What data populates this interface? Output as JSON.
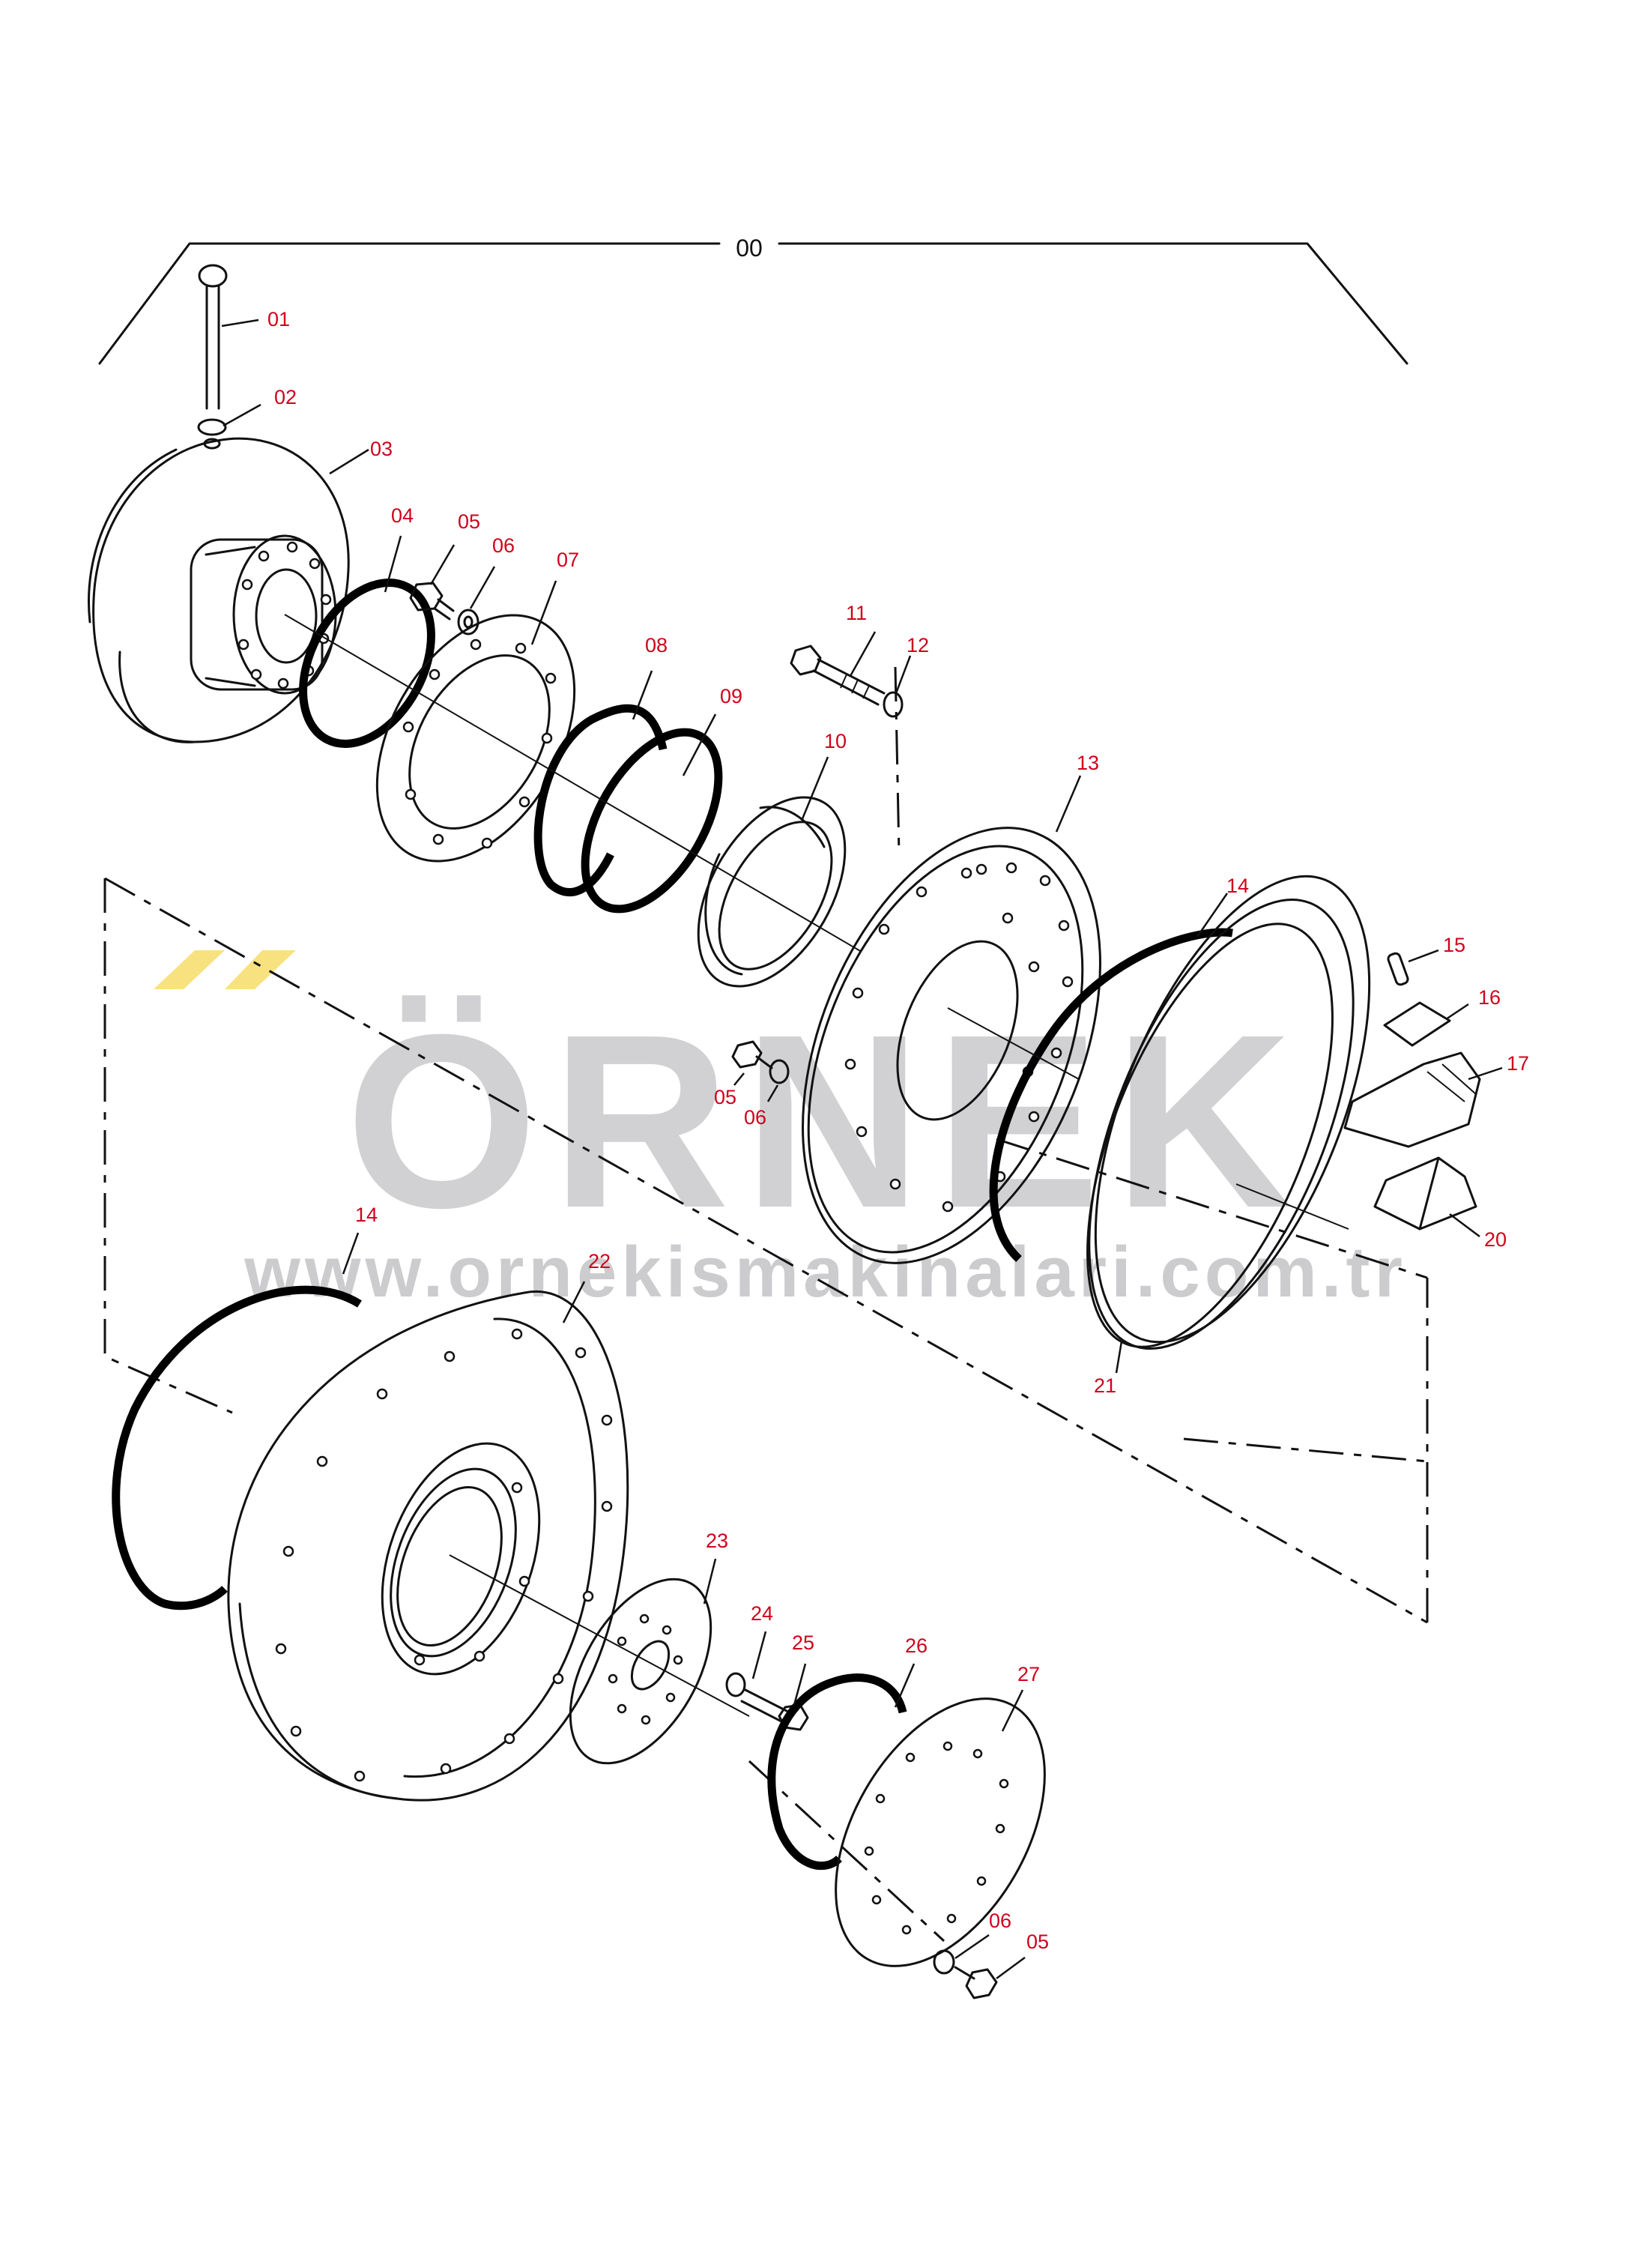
{
  "assembly_label": "00",
  "watermark": {
    "brand": "ÖRNEK",
    "url": "www.ornekismakinalari.com.tr"
  },
  "callouts": [
    {
      "id": "c01",
      "text": "01"
    },
    {
      "id": "c02",
      "text": "02"
    },
    {
      "id": "c03",
      "text": "03"
    },
    {
      "id": "c04",
      "text": "04"
    },
    {
      "id": "c05a",
      "text": "05"
    },
    {
      "id": "c06a",
      "text": "06"
    },
    {
      "id": "c07",
      "text": "07"
    },
    {
      "id": "c08",
      "text": "08"
    },
    {
      "id": "c09",
      "text": "09"
    },
    {
      "id": "c10",
      "text": "10"
    },
    {
      "id": "c11",
      "text": "11"
    },
    {
      "id": "c12",
      "text": "12"
    },
    {
      "id": "c13",
      "text": "13"
    },
    {
      "id": "c14a",
      "text": "14"
    },
    {
      "id": "c15",
      "text": "15"
    },
    {
      "id": "c16",
      "text": "16"
    },
    {
      "id": "c17",
      "text": "17"
    },
    {
      "id": "c05b",
      "text": "05"
    },
    {
      "id": "c06b",
      "text": "06"
    },
    {
      "id": "c20",
      "text": "20"
    },
    {
      "id": "c14b",
      "text": "14"
    },
    {
      "id": "c22",
      "text": "22"
    },
    {
      "id": "c21",
      "text": "21"
    },
    {
      "id": "c23",
      "text": "23"
    },
    {
      "id": "c24",
      "text": "24"
    },
    {
      "id": "c25",
      "text": "25"
    },
    {
      "id": "c26",
      "text": "26"
    },
    {
      "id": "c27",
      "text": "27"
    },
    {
      "id": "c06c",
      "text": "06"
    },
    {
      "id": "c05c",
      "text": "05"
    }
  ]
}
